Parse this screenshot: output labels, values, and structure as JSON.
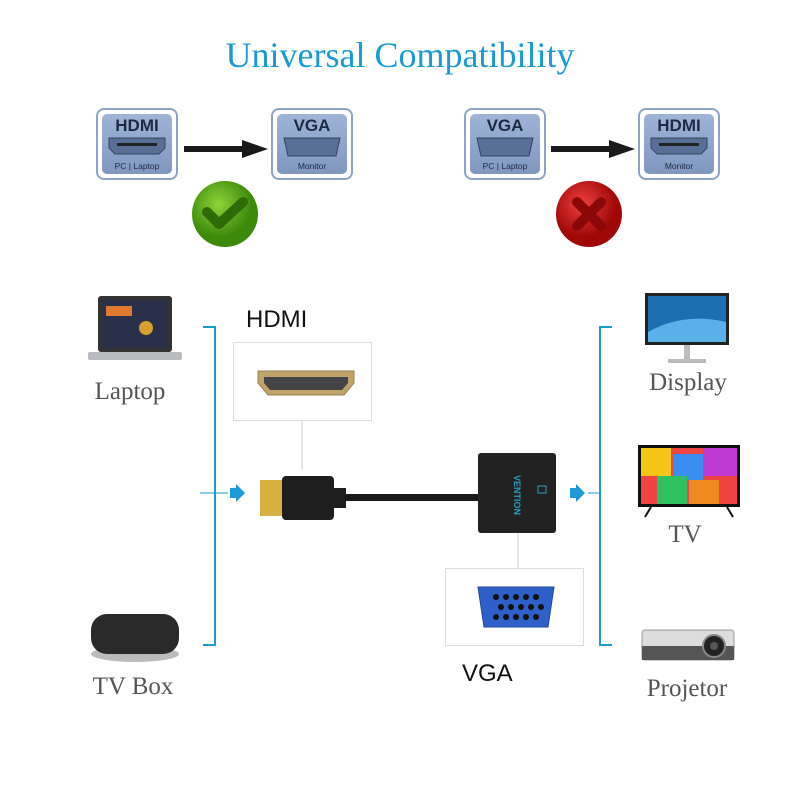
{
  "title": "Universal Compatibility",
  "compatibility": [
    {
      "source": {
        "port": "HDMI",
        "device": "PC | Laptop"
      },
      "target": {
        "port": "VGA",
        "device": "Monitor"
      },
      "supported": true,
      "status_icon": "check-icon",
      "status_color": "#4a9a10"
    },
    {
      "source": {
        "port": "VGA",
        "device": "PC | Laptop"
      },
      "target": {
        "port": "HDMI",
        "device": "Monitor"
      },
      "supported": false,
      "status_icon": "cross-icon",
      "status_color": "#c41010"
    }
  ],
  "sources": [
    {
      "label": "Laptop"
    },
    {
      "label": "TV Box"
    }
  ],
  "outputs": [
    {
      "label": "Display"
    },
    {
      "label": "TV"
    },
    {
      "label": "Projetor"
    }
  ],
  "connectors": {
    "input": "HDMI",
    "output": "VGA",
    "brand": "VENTION"
  },
  "accent_color": "#1a9ad6"
}
